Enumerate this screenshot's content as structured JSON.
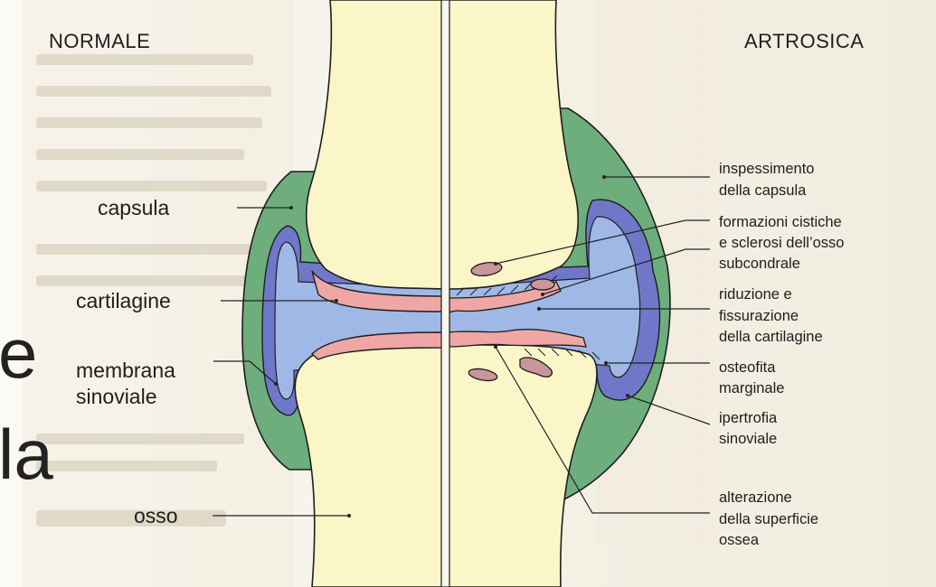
{
  "headers": {
    "left": "NORMALE",
    "right": "ARTROSICA"
  },
  "background_fragments": [
    "e",
    "la"
  ],
  "labels_left": {
    "capsula": "capsula",
    "cartilagine": "cartilagine",
    "membrana_1": "membrana",
    "membrana_2": "sinoviale",
    "osso": "osso"
  },
  "labels_right": {
    "inspessimento": [
      "inspessimento",
      "della capsula"
    ],
    "formazioni": [
      "formazioni cistiche",
      "e sclerosi dell’osso",
      "subcondrale"
    ],
    "riduzione": [
      "riduzione e",
      "fissurazione",
      "della cartilagine"
    ],
    "osteofita": [
      "osteofita",
      "marginale"
    ],
    "ipertrofia": [
      "ipertrofia",
      "sinoviale"
    ],
    "alterazione": [
      "alterazione",
      "della superficie",
      "ossea"
    ]
  },
  "colors": {
    "bone": "#fbf6c8",
    "capsule": "#6dae7c",
    "synovial": "#6f78c8",
    "joint_space": "#9fb8e6",
    "cartilage": "#eea7a4",
    "cyst": "#c9969b",
    "outline": "#1e1e1e"
  }
}
